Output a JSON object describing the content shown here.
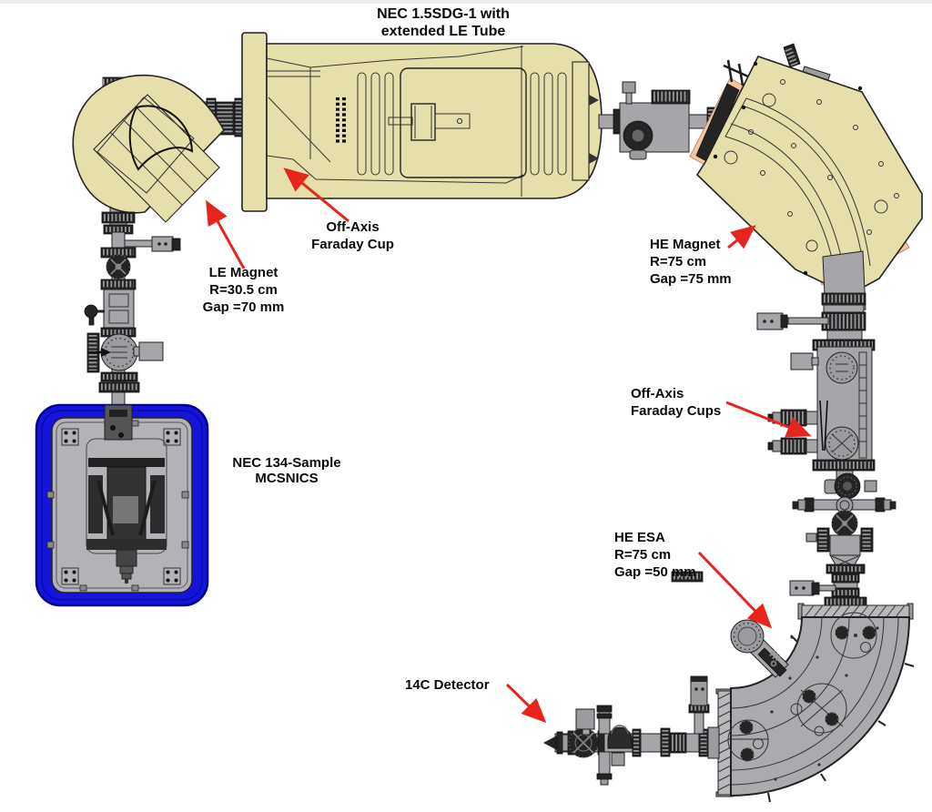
{
  "diagram": {
    "title": "NEC 1.5SDG-1 with\nextended LE Tube",
    "labels": {
      "off_axis_faraday_cup": "Off-Axis\nFaraday Cup",
      "le_magnet": "LE Magnet\nR=30.5 cm\nGap =70 mm",
      "he_magnet": "HE Magnet\nR=75 cm\nGap =75 mm",
      "off_axis_faraday_cups": "Off-Axis\nFaraday Cups",
      "he_esa": "HE ESA\nR=75 cm\nGap =50 mm",
      "c14_detector": "14C Detector",
      "mcsnics": "NEC 134-Sample\nMCSNICS"
    }
  },
  "colors": {
    "tan": "#e7dfab",
    "metal": "#a6a6aa",
    "dark": "#242424",
    "peach": "#f2c8a2",
    "blue": "#1414dc",
    "panel": "#b3b3b7",
    "red": "#e8251d"
  }
}
